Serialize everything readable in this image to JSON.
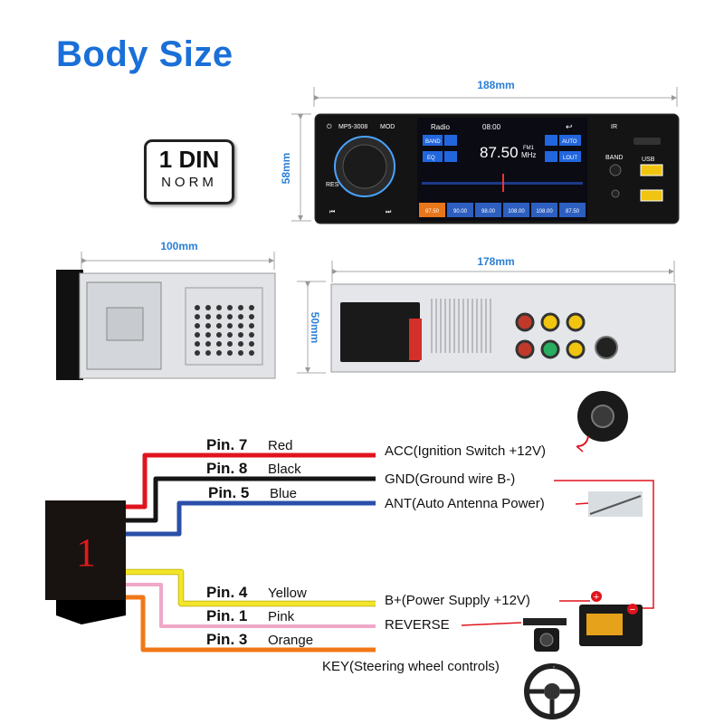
{
  "title": "Body Size",
  "badge": {
    "line1": "1 DIN",
    "line2": "NORM"
  },
  "dimensions": {
    "front_width": "188mm",
    "front_height": "58mm",
    "side_depth": "100mm",
    "back_width": "178mm",
    "back_height": "50mm"
  },
  "screen": {
    "model": "MP5-3008",
    "mode_label": "MOD",
    "app": "Radio",
    "time": "08:00",
    "frequency": "87.50",
    "band": "FM1",
    "unit": "MHz",
    "buttons": [
      "BAND",
      "EQ",
      "AUTO",
      "LOUT"
    ],
    "presets": [
      "87.50",
      "90.00",
      "98.00",
      "108.00",
      "108.00",
      "87.50"
    ],
    "ir": "IR",
    "band_key": "BAND",
    "usb": "USB",
    "res": "RES"
  },
  "connector_label": "1",
  "wires": [
    {
      "pin": "Pin. 7",
      "color_name": "Red",
      "function": "ACC(Ignition Switch +12V)",
      "color": "#e0141e"
    },
    {
      "pin": "Pin. 8",
      "color_name": "Black",
      "function": "GND(Ground wire B-)",
      "color": "#151515"
    },
    {
      "pin": "Pin. 5",
      "color_name": "Blue",
      "function": "ANT(Auto Antenna Power)",
      "color": "#2a4fa8"
    },
    {
      "pin": "Pin. 4",
      "color_name": "Yellow",
      "function": "B+(Power Supply +12V)",
      "color": "#f3e62a"
    },
    {
      "pin": "Pin. 1",
      "color_name": "Pink",
      "function": "REVERSE",
      "color": "#f0a8c8"
    },
    {
      "pin": "Pin. 3",
      "color_name": "Orange",
      "function": "KEY(Steering wheel controls)",
      "color": "#f07818"
    }
  ],
  "battery": {
    "plus": "+",
    "minus": "−"
  }
}
